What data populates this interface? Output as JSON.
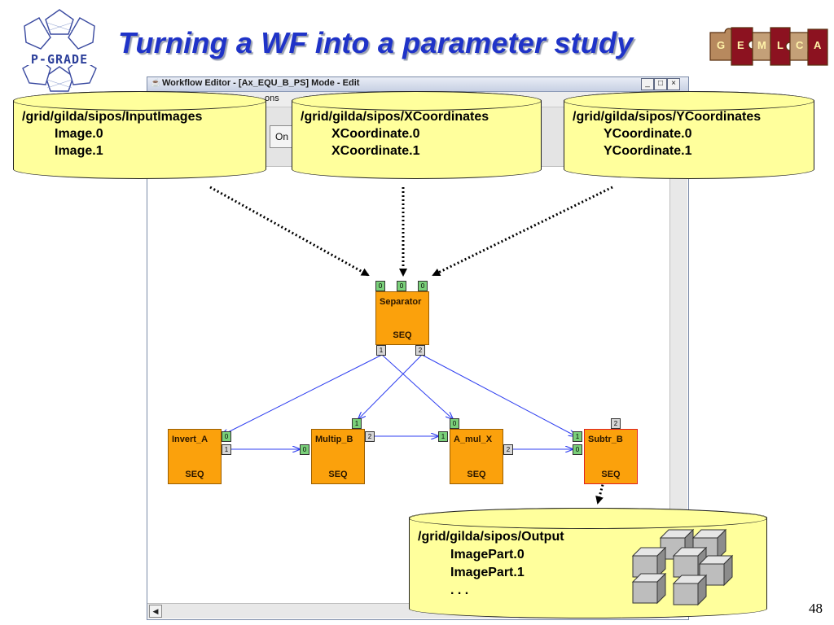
{
  "slide": {
    "title": "Turning a WF into a parameter study",
    "page_number": "48",
    "logo_left": {
      "text": "P-GRADE",
      "icon": "p-grade-logo"
    },
    "logo_right": {
      "letters": [
        "G",
        "E",
        "M",
        "L",
        "C",
        "A"
      ],
      "icon": "gemlca-puzzle-logo"
    }
  },
  "window": {
    "title": "Workflow Editor - [Ax_EQU_B_PS] Mode - Edit",
    "menu_visible": "ons",
    "toolbar_visible_button": "On",
    "controls": {
      "minimize": "_",
      "maximize": "□",
      "close": "×"
    }
  },
  "jobs": [
    {
      "name": "Separator",
      "type": "SEQ"
    },
    {
      "name": "Invert_A",
      "type": "SEQ"
    },
    {
      "name": "Multip_B",
      "type": "SEQ"
    },
    {
      "name": "A_mul_X",
      "type": "SEQ"
    },
    {
      "name": "Subtr_B",
      "type": "SEQ"
    }
  ],
  "ports": {
    "separator_in": [
      "0",
      "0",
      "0"
    ],
    "separator_out": [
      "1",
      "2"
    ],
    "invert_a": [
      "0",
      "1"
    ],
    "multip_b": [
      "1",
      "0",
      "2"
    ],
    "a_mul_x": [
      "0",
      "1",
      "2"
    ],
    "subtr_b": [
      "2",
      "1",
      "0"
    ]
  },
  "callouts": [
    {
      "path": "/grid/gilda/sipos/InputImages",
      "items": [
        "Image.0",
        "Image.1"
      ]
    },
    {
      "path": "/grid/gilda/sipos/XCoordinates",
      "items": [
        "XCoordinate.0",
        "XCoordinate.1"
      ]
    },
    {
      "path": "/grid/gilda/sipos/YCoordinates",
      "items": [
        "YCoordinate.0",
        "YCoordinate.1"
      ]
    },
    {
      "path": "/grid/gilda/sipos/Output",
      "items": [
        "ImagePart.0",
        "ImagePart.1",
        ". . ."
      ]
    }
  ],
  "colors": {
    "title": "#1f33c8",
    "job_fill": "#fba10c",
    "input_port": "#7ad07a",
    "output_port": "#d6d6d6",
    "callout_fill": "#ffff9c",
    "edge": "#2f3ff0"
  }
}
